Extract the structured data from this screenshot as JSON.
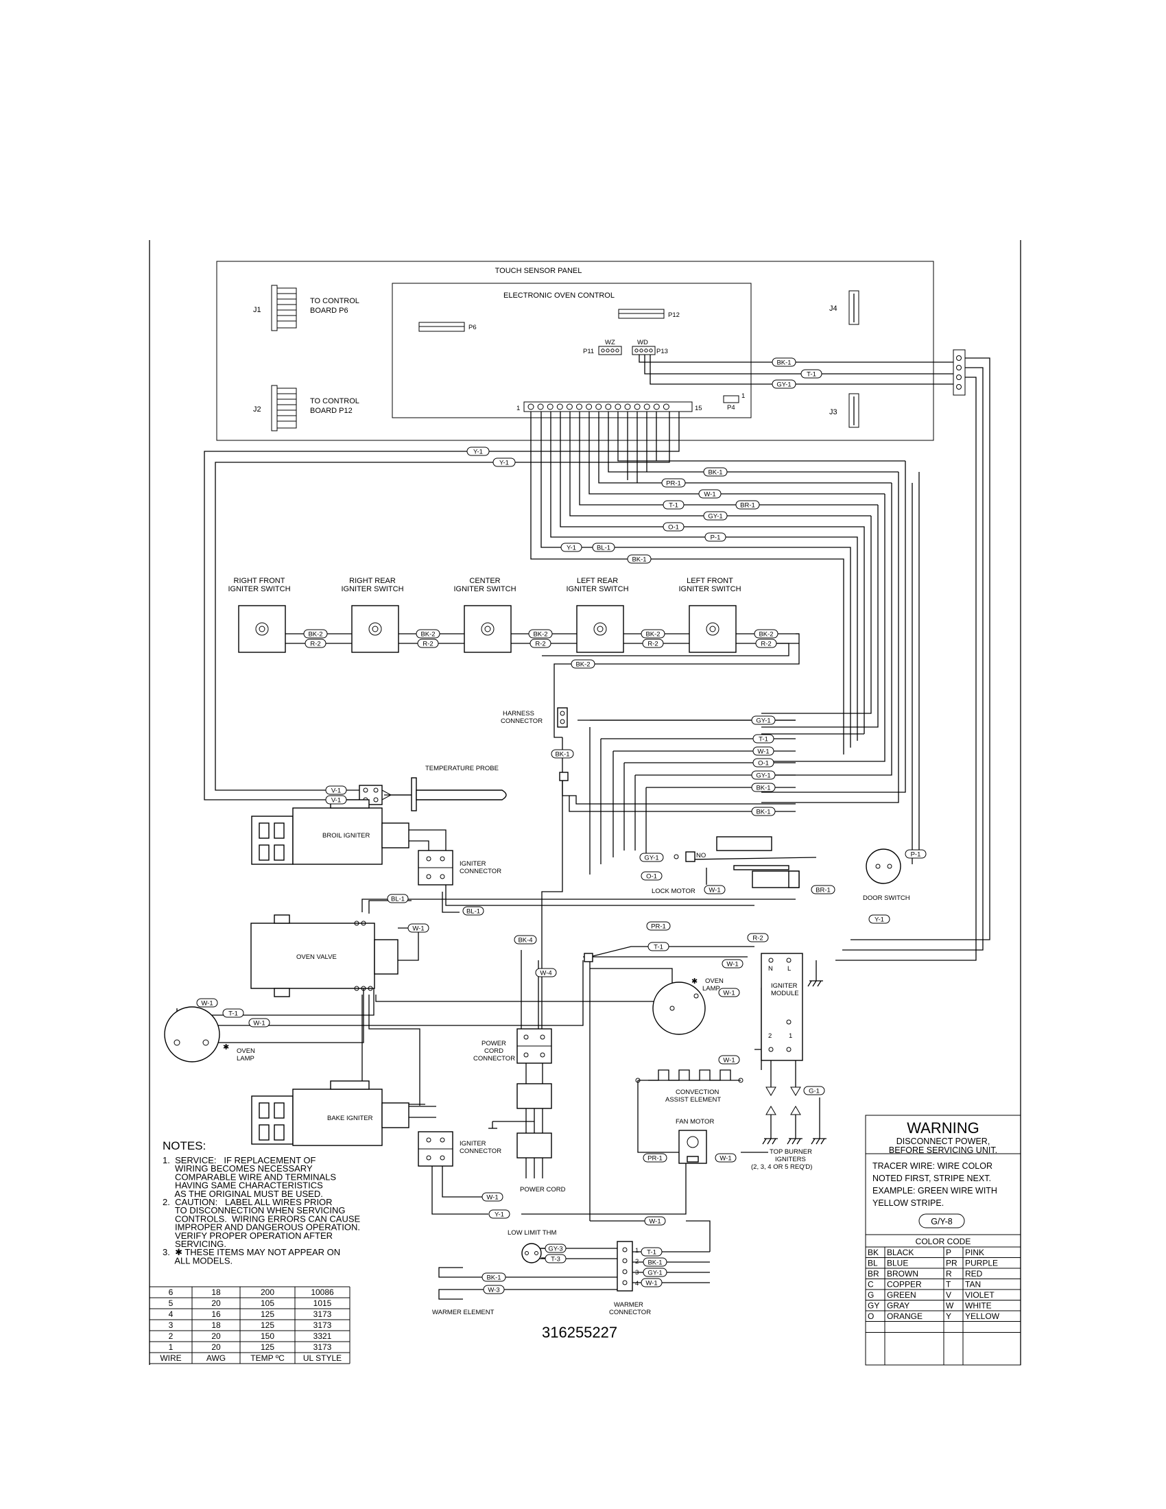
{
  "title": {
    "touch_panel": "TOUCH SENSOR PANEL",
    "control": "ELECTRONIC OVEN CONTROL"
  },
  "connectors": {
    "j1": "J1",
    "j2": "J2",
    "j3": "J3",
    "j4": "J4",
    "to_p6_a": "TO CONTROL",
    "to_p6_b": "BOARD P6",
    "to_p12_a": "TO CONTROL",
    "to_p12_b": "BOARD P12",
    "p6": "P6",
    "p12": "P12",
    "p11": "P11",
    "p13": "P13",
    "p4": "P4",
    "wz": "WZ",
    "wd": "WD",
    "pin1": "1",
    "pin15": "15",
    "p4pin": "1"
  },
  "switches": [
    {
      "line1": "RIGHT FRONT",
      "line2": "IGNITER SWITCH"
    },
    {
      "line1": "RIGHT REAR",
      "line2": "IGNITER SWITCH"
    },
    {
      "line1": "CENTER",
      "line2": "IGNITER SWITCH"
    },
    {
      "line1": "LEFT REAR",
      "line2": "IGNITER SWITCH"
    },
    {
      "line1": "LEFT FRONT",
      "line2": "IGNITER SWITCH"
    }
  ],
  "components": {
    "harness_a": "HARNESS",
    "harness_b": "CONNECTOR",
    "temp_probe": "TEMPERATURE PROBE",
    "broil_igniter": "BROIL IGNITER",
    "igniter_conn_a": "IGNITER",
    "igniter_conn_b": "CONNECTOR",
    "oven_valve": "OVEN VALVE",
    "bake_igniter": "BAKE IGNITER",
    "oven_lamp_a": "OVEN",
    "oven_lamp_b": "LAMP",
    "lock_motor": "LOCK MOTOR",
    "door_switch": "DOOR SWITCH",
    "no": "NO",
    "igniter_module_a": "IGNITER",
    "igniter_module_b": "MODULE",
    "n": "N",
    "l": "L",
    "two": "2",
    "one": "1",
    "convection_a": "CONVECTION",
    "convection_b": "ASSIST ELEMENT",
    "fan_motor": "FAN MOTOR",
    "top_burner_a": "TOP BURNER",
    "top_burner_b": "IGNITERS",
    "top_burner_c": "(2, 3, 4 OR 5 REQ'D)",
    "power_cord_conn_a": "POWER",
    "power_cord_conn_b": "CORD",
    "power_cord_conn_c": "CONNECTOR",
    "power_cord": "POWER CORD",
    "low_limit": "LOW LIMIT THM",
    "warmer_element": "WARMER ELEMENT",
    "warmer_conn_a": "WARMER",
    "warmer_conn_b": "CONNECTOR",
    "wc1": "1",
    "wc2": "2",
    "wc3": "3",
    "wc4": "4",
    "asterisk": "✱"
  },
  "wire_labels": {
    "bk1_a": "BK-1",
    "t1_a": "T-1",
    "gy1_a": "GY-1",
    "y1_a": "Y-1",
    "y1_b": "Y-1",
    "bk1_b": "BK-1",
    "pr1_a": "PR-1",
    "w1_a": "W-1",
    "t1_b": "T-1",
    "br1_a": "BR-1",
    "gy1_b": "GY-1",
    "o1_a": "O-1",
    "p1_a": "P-1",
    "y1_c": "Y-1",
    "bl1_a": "BL-1",
    "bk1_c": "BK-1",
    "bk2_1": "BK-2",
    "r2_1": "R-2",
    "bk2_2": "BK-2",
    "r2_2": "R-2",
    "bk2_3": "BK-2",
    "r2_3": "R-2",
    "bk2_4": "BK-2",
    "r2_4": "R-2",
    "bk2_5": "BK-2",
    "r2_5": "R-2",
    "bk2_6": "BK-2",
    "bk1_d": "BK-1",
    "gy1_c": "GY-1",
    "t1_c": "T-1",
    "w1_b": "W-1",
    "o1_b": "O-1",
    "gy1_d": "GY-1",
    "bk1_e": "BK-1",
    "bk1_f": "BK-1",
    "v1_a": "V-1",
    "v1_b": "V-1",
    "p1_b": "P-1",
    "gy1_e": "GY-1",
    "o1_c": "O-1",
    "w1_c": "W-1",
    "br1_b": "BR-1",
    "y1_d": "Y-1",
    "bl1_b": "BL-1",
    "bl1_c": "BL-1",
    "w1_d": "W-1",
    "pr1_b": "PR-1",
    "r2_6": "R-2",
    "bk4": "BK-4",
    "t1_d": "T-1",
    "w1_e": "W-1",
    "w4": "W-4",
    "w1_f": "W-1",
    "w1_g": "W-1",
    "t1_e": "T-1",
    "w1_h": "W-1",
    "w1_i": "W-1",
    "g1": "G-1",
    "pr1_c": "PR-1",
    "w1_j": "W-1",
    "w1_k": "W-1",
    "y1_e": "Y-1",
    "w1_l": "W-1",
    "gy3": "GY-3",
    "t3": "T-3",
    "bk1_g": "BK-1",
    "w3": "W-3",
    "t1_f": "T-1",
    "bk1_h": "BK-1",
    "gy1_f": "GY-1",
    "w1_m": "W-1"
  },
  "notes": {
    "heading": "NOTES:",
    "lines": [
      "1.  SERVICE:   IF REPLACEMENT OF",
      "     WIRING BECOMES NECESSARY",
      "     COMPARABLE WIRE AND TERMINALS",
      "     HAVING SAME CHARACTERISTICS",
      "     AS THE ORIGINAL MUST BE USED.",
      "2.  CAUTION:   LABEL ALL WIRES PRIOR",
      "     TO DISCONNECTION WHEN SERVICING",
      "     CONTROLS.  WIRING ERRORS CAN CAUSE",
      "     IMPROPER AND DANGEROUS OPERATION.",
      "     VERIFY PROPER OPERATION AFTER",
      "     SERVICING.",
      "3.  ✱ THESE ITEMS MAY NOT APPEAR ON",
      "     ALL MODELS."
    ]
  },
  "wire_table": {
    "headers": [
      "WIRE",
      "AWG",
      "TEMP ºC",
      "UL STYLE"
    ],
    "rows": [
      [
        "6",
        "18",
        "200",
        "10086"
      ],
      [
        "5",
        "20",
        "105",
        "1015"
      ],
      [
        "4",
        "16",
        "125",
        "3173"
      ],
      [
        "3",
        "18",
        "125",
        "3173"
      ],
      [
        "2",
        "20",
        "150",
        "3321"
      ],
      [
        "1",
        "20",
        "125",
        "3173"
      ]
    ]
  },
  "part_number": "316255227",
  "warning": {
    "title": "WARNING",
    "line1": "DISCONNECT POWER,",
    "line2": "BEFORE SERVICING UNIT.",
    "tracer1": "TRACER WIRE:   WIRE COLOR",
    "tracer2": "NOTED FIRST, STRIPE NEXT.",
    "tracer3": "EXAMPLE:   GREEN WIRE WITH",
    "tracer4": "YELLOW STRIPE.",
    "example": "G/Y-8"
  },
  "color_code": {
    "title": "COLOR CODE",
    "rows": [
      [
        "BK",
        "BLACK",
        "P",
        "PINK"
      ],
      [
        "BL",
        "BLUE",
        "PR",
        "PURPLE"
      ],
      [
        "BR",
        "BROWN",
        "R",
        "RED"
      ],
      [
        "C",
        "COPPER",
        "T",
        "TAN"
      ],
      [
        "G",
        "GREEN",
        "V",
        "VIOLET"
      ],
      [
        "GY",
        "GRAY",
        "W",
        "WHITE"
      ],
      [
        "O",
        "ORANGE",
        "Y",
        "YELLOW"
      ]
    ]
  }
}
